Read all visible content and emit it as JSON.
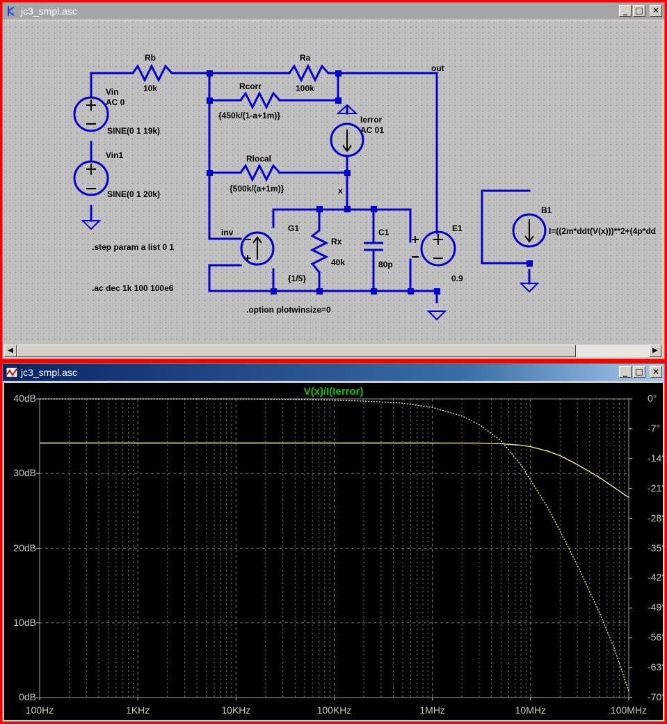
{
  "schematic_window": {
    "title": "jc3_smpl.asc",
    "labels": {
      "rb": "Rb",
      "rb_val": "10k",
      "ra": "Ra",
      "ra_val": "100k",
      "out": "out",
      "rcorr": "Rcorr",
      "rcorr_val": "{450k/(1-a+1m)}",
      "vin": "Vin",
      "vin_ac": "AC 0",
      "vin_sine": "SINE(0 1 19k)",
      "vin1": "Vin1",
      "vin1_sine": "SINE(0 1 20k)",
      "ierror": "Ierror",
      "ierror_ac": "AC 01",
      "rlocal": "Rlocal",
      "rlocal_val": "{500k/(a+1m)}",
      "x": "x",
      "inv": "inv",
      "g1": "G1",
      "g1_val": "{1/5}",
      "rx": "Rx",
      "rx_val": "40k",
      "c1": "C1",
      "c1_val": "80p",
      "e1": "E1",
      "e1_val": "0.9",
      "b1": "B1",
      "b1_expr": "I=((2m*ddt(V(x)))**2+(4p*dd",
      "step": ".step param a list 0 1",
      "ac": ".ac dec 1k 100 100e6",
      "option": ".option plotwinsize=0"
    }
  },
  "plot_window": {
    "title": "jc3_smpl.asc"
  },
  "chart_data": {
    "type": "line",
    "title": "V(x)/I(Ierror)",
    "x_scale": "log",
    "xlim": [
      100,
      100000000
    ],
    "x_ticks": [
      "100Hz",
      "1KHz",
      "10KHz",
      "100KHz",
      "1MHz",
      "10MHz",
      "100MHz"
    ],
    "ylim_left": [
      0,
      40
    ],
    "y_ticks_left": [
      "40dB",
      "30dB",
      "20dB",
      "10dB",
      "0dB"
    ],
    "ylim_right": [
      -70,
      0
    ],
    "y_ticks_right": [
      "0°",
      "-7°",
      "-14°",
      "-21°",
      "-28°",
      "-35°",
      "-42°",
      "-49°",
      "-56°",
      "-63°",
      "-70°"
    ],
    "grid": true,
    "series": [
      {
        "axis": "left",
        "style": "solid",
        "color": "#ffff80",
        "x": [
          100,
          1000,
          10000,
          100000,
          1000000,
          3000000,
          5000000,
          8000000,
          10000000,
          15000000,
          20000000,
          30000000,
          50000000,
          70000000,
          100000000
        ],
        "y": [
          34.1,
          34.1,
          34.1,
          34.1,
          34.1,
          34.08,
          34.0,
          33.8,
          33.6,
          33.0,
          32.4,
          31.2,
          29.5,
          28.2,
          26.8
        ]
      },
      {
        "axis": "right",
        "style": "dashed",
        "color": "#ffff80",
        "x": [
          100,
          1000,
          10000,
          30000,
          100000,
          200000,
          500000,
          1000000,
          2000000,
          3000000,
          5000000,
          8000000,
          10000000,
          15000000,
          20000000,
          30000000,
          50000000,
          70000000,
          100000000
        ],
        "y": [
          0,
          0,
          0,
          -0.1,
          -0.3,
          -0.5,
          -1.0,
          -2.0,
          -4.0,
          -6.0,
          -9.8,
          -15.5,
          -19.0,
          -25.5,
          -31.0,
          -39.0,
          -50.0,
          -58.0,
          -68.5
        ]
      }
    ]
  }
}
